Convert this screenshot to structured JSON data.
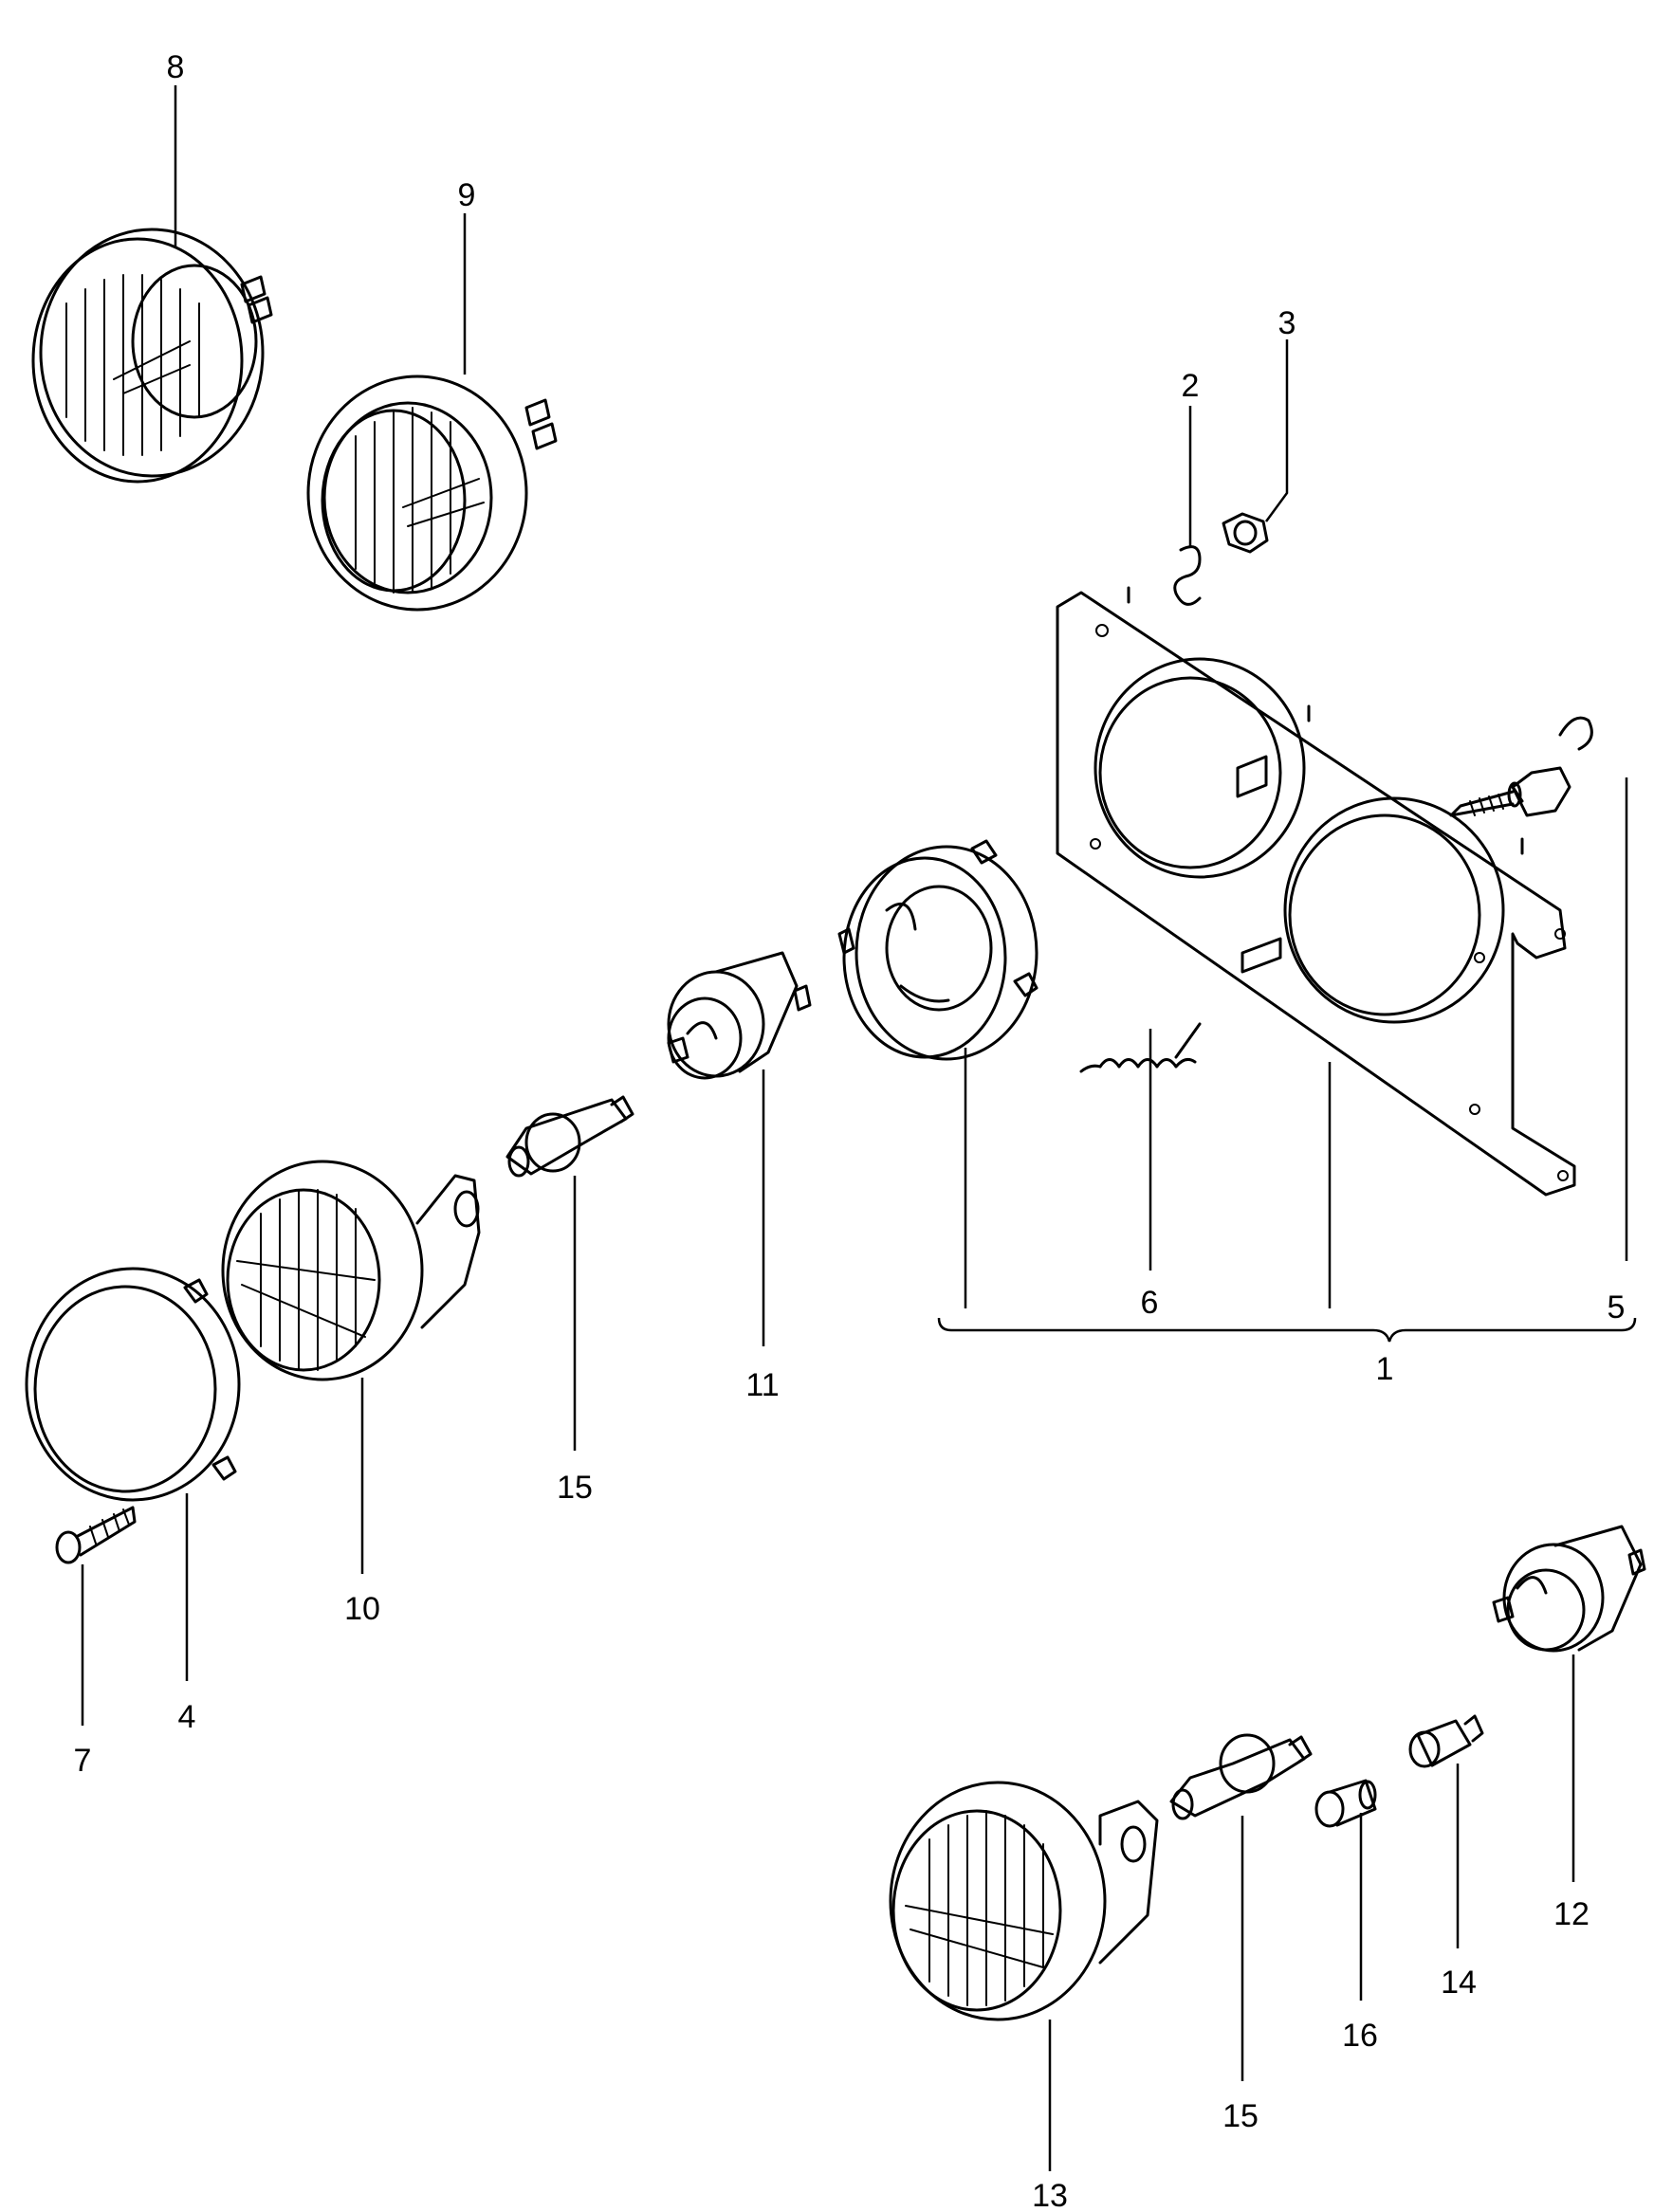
{
  "callouts": {
    "c1": "1",
    "c2": "2",
    "c3": "3",
    "c4": "4",
    "c5": "5",
    "c6": "6",
    "c7": "7",
    "c8": "8",
    "c9": "9",
    "c10": "10",
    "c11": "11",
    "c12": "12",
    "c13": "13",
    "c14": "14",
    "c15a": "15",
    "c15b": "15",
    "c16": "16"
  }
}
